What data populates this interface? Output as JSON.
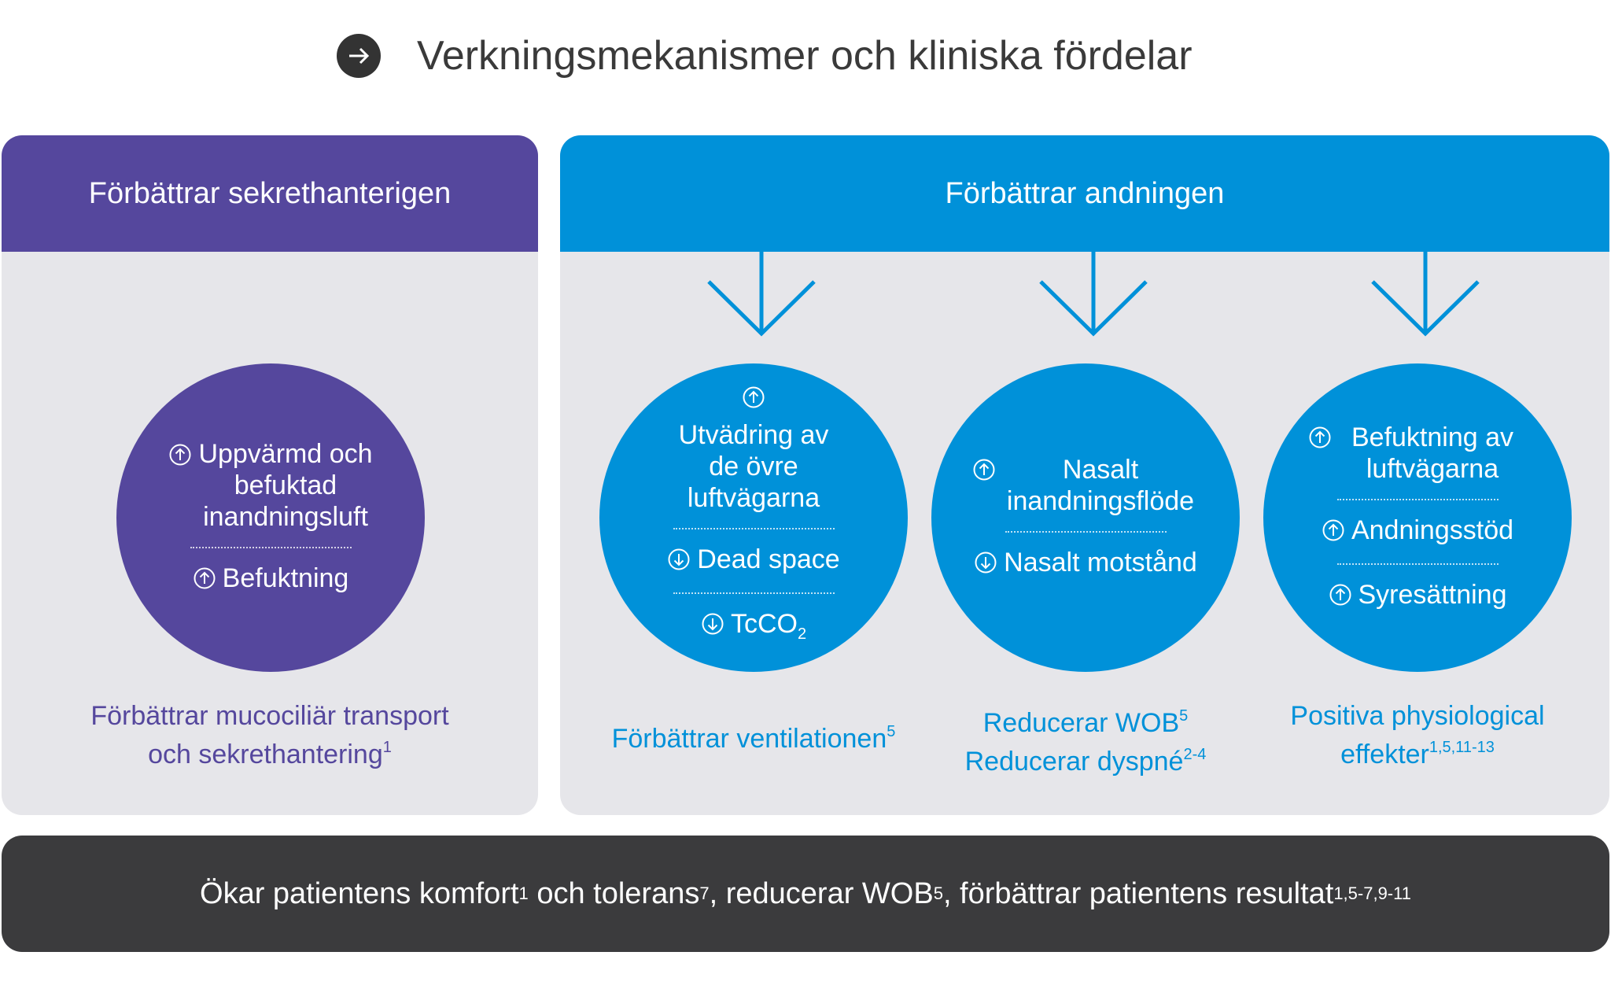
{
  "header": {
    "title": "Verkningsmekanismer och kliniska fördelar",
    "icon": "arrow-right-icon"
  },
  "left_panel": {
    "title": "Förbättrar sekrethanterigen",
    "color": "#55479d",
    "circle": {
      "item1": "Uppvärmd och befuktad inandningsluft",
      "item2": "Befuktning"
    },
    "caption_line1": "Förbättrar mucociliär transport",
    "caption_line2": "och sekrethantering",
    "caption_sup": "1"
  },
  "right_panel": {
    "title": "Förbättrar andningen",
    "color": "#0091d9",
    "col1": {
      "item1": "Utvädring av de övre luftvägarna",
      "item2": "Dead space",
      "item3_main": "TcCO",
      "item3_sub": "2",
      "caption": "Förbättrar ventilationen",
      "caption_sup": "5"
    },
    "col2": {
      "item1": "Nasalt inandningsflöde",
      "item2": "Nasalt motstånd",
      "caption_line1": "Reducerar WOB",
      "caption_line1_sup": "5",
      "caption_line2": "Reducerar dyspné",
      "caption_line2_sup": "2-4"
    },
    "col3": {
      "item1": "Befuktning av luftvägarna",
      "item2": "Andningsstöd",
      "item3": "Syresättning",
      "caption_line1": "Positiva physiological",
      "caption_line2": "effekter",
      "caption_line2_sup": "1,5,11-13"
    }
  },
  "footer": {
    "part1": "Ökar patientens komfort",
    "sup1": "1",
    "part2": " och tolerans",
    "sup2": "7",
    "part3": ", reducerar WOB",
    "sup3": "5",
    "part4": ", förbättrar patientens resultat",
    "sup4": "1,5-7,9-11"
  }
}
